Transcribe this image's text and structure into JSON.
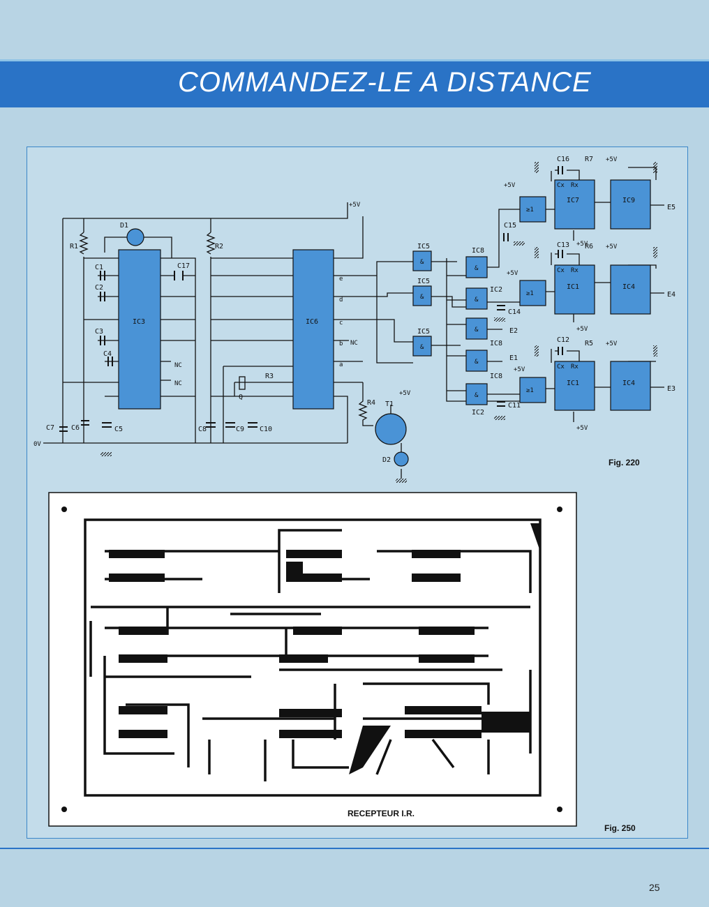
{
  "header": {
    "title": "COMMANDEZ-LE A DISTANCE"
  },
  "figures": {
    "schematic_label": "Fig. 220",
    "board_label": "Fig. 250",
    "board_caption": "RECEPTEUR I.R."
  },
  "schematic": {
    "supply": "+5V",
    "ground_label": "0V",
    "ics": [
      "IC3",
      "IC6",
      "IC5",
      "IC5",
      "IC5",
      "IC8",
      "IC8",
      "IC8",
      "IC2",
      "IC2",
      "IC7",
      "IC9",
      "IC1",
      "IC4",
      "IC1",
      "IC4"
    ],
    "resistors": [
      "R1",
      "R2",
      "R3",
      "R4",
      "R5",
      "R6",
      "R7"
    ],
    "capacitors": [
      "C1",
      "C2",
      "C3",
      "C4",
      "C5",
      "C6",
      "C7",
      "C8",
      "C9",
      "C10",
      "C11",
      "C12",
      "C13",
      "C14",
      "C15",
      "C16",
      "C17"
    ],
    "diodes": [
      "D1",
      "D2"
    ],
    "transistor": "T1",
    "crystal": "Q",
    "outputs": [
      "E1",
      "E2",
      "E3",
      "E4",
      "E5"
    ],
    "nc": "NC",
    "gate_and": "&",
    "gate_or": "≥1",
    "mono_pins": [
      "Cx",
      "Rx"
    ],
    "ic6_outputs": [
      "e",
      "d",
      "c",
      "b",
      "a"
    ]
  },
  "page": {
    "number": "25"
  }
}
